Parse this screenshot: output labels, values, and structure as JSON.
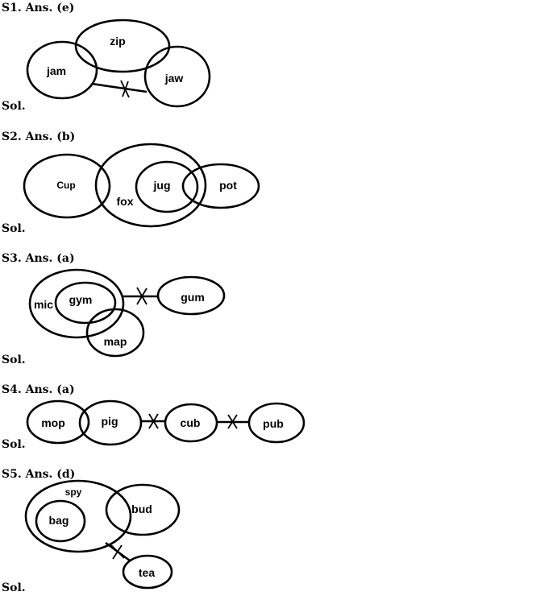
{
  "questions": [
    {
      "answer": "S1. Ans. (e)",
      "sol": "Sol.",
      "terms": {
        "zip": "zip",
        "jam": "jam",
        "jaw": "jaw"
      }
    },
    {
      "answer": "S2. Ans. (b)",
      "sol": "Sol.",
      "terms": {
        "cup": "Cup",
        "fox": "fox",
        "jug": "jug",
        "pot": "pot"
      }
    },
    {
      "answer": "S3. Ans. (a)",
      "sol": "Sol.",
      "terms": {
        "mic": "mic",
        "gym": "gym",
        "gum": "gum",
        "map": "map"
      }
    },
    {
      "answer": "S4. Ans. (a)",
      "sol": "Sol.",
      "terms": {
        "mop": "mop",
        "pig": "pig",
        "cub": "cub",
        "pub": "pub"
      }
    },
    {
      "answer": "S5. Ans. (d)",
      "sol": "Sol.",
      "terms": {
        "spy": "spy",
        "bag": "bag",
        "bud": "bud",
        "tea": "tea"
      }
    }
  ]
}
